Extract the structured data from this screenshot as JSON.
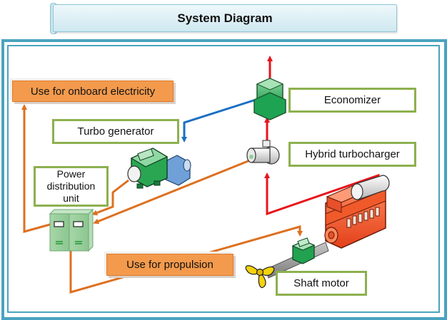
{
  "title": "System Diagram",
  "labels": {
    "onboard_electricity": "Use for onboard electricity",
    "turbo_generator": "Turbo generator",
    "power_distribution_unit": "Power distribution unit",
    "economizer": "Economizer",
    "hybrid_turbocharger": "Hybrid turbocharger",
    "use_for_propulsion": "Use for propulsion",
    "shaft_motor": "Shaft motor"
  },
  "components": [
    {
      "id": "economizer",
      "icon": "economizer-icon"
    },
    {
      "id": "turbo_generator",
      "icon": "turbo-generator-icon"
    },
    {
      "id": "hybrid_turbocharger",
      "icon": "turbocharger-icon"
    },
    {
      "id": "power_distribution_unit",
      "icon": "power-cabinet-icon"
    },
    {
      "id": "main_engine",
      "icon": "engine-icon"
    },
    {
      "id": "shaft_motor",
      "icon": "shaft-motor-icon"
    },
    {
      "id": "propeller",
      "icon": "propeller-icon"
    }
  ],
  "flows": [
    {
      "from": "main_engine",
      "to": "hybrid_turbocharger",
      "type": "exhaust"
    },
    {
      "from": "hybrid_turbocharger",
      "to": "economizer",
      "type": "exhaust"
    },
    {
      "from": "economizer",
      "to": "atmosphere",
      "type": "exhaust"
    },
    {
      "from": "economizer",
      "to": "turbo_generator",
      "type": "steam"
    },
    {
      "from": "turbo_generator",
      "to": "power_distribution_unit",
      "type": "electricity"
    },
    {
      "from": "hybrid_turbocharger",
      "to": "power_distribution_unit",
      "type": "electricity"
    },
    {
      "from": "power_distribution_unit",
      "to": "onboard_electricity",
      "type": "electricity"
    },
    {
      "from": "power_distribution_unit",
      "to": "shaft_motor",
      "type": "electricity"
    }
  ],
  "colors": {
    "exhaust": "#e8141c",
    "steam": "#1b6fc2",
    "electricity": "#dd7020",
    "label_border": "#8db04f",
    "orange_label": "#f39a4d",
    "frame": "#4aa3bf"
  }
}
